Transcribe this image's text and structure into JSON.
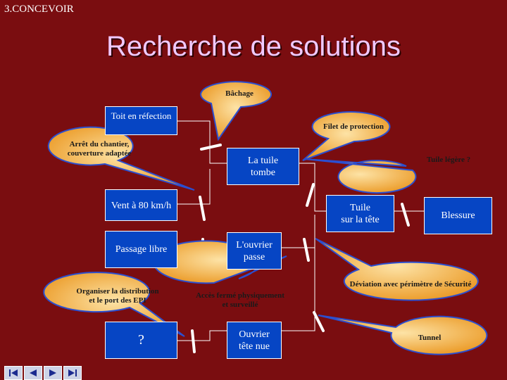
{
  "header": {
    "section": "3.CONCEVOIR",
    "title": "Recherche de solutions"
  },
  "diagram": {
    "boxes": {
      "toit": "Toit en réfection",
      "tuile_tombe": "La tuile\ntombe",
      "vent": "Vent à 80 km/h",
      "tuile_tete": "Tuile\nsur la tête",
      "blessure": "Blessure",
      "passage": "Passage libre",
      "ouvrier_passe": "L'ouvrier\npasse",
      "question": "?",
      "tete_nue": "Ouvrier\ntête nue"
    },
    "callouts": {
      "bachage": "Bâchage",
      "filet": "Filet de protection",
      "arret": "Arrêt du chantier,\ncouverture adaptée",
      "tuile_legere": "Tuile légère ?",
      "organiser": "Organiser la distribution\net le port des EPI",
      "acces": "Accès fermé physiquement\net surveillé",
      "deviation": "Déviation avec périmètre de Sécurité",
      "tunnel": "Tunnel"
    },
    "colors": {
      "box_fill": "#0645c4",
      "callout_fill": "#f2a531",
      "background": "#7a0d10"
    }
  },
  "nav": {
    "icons": [
      "first-icon",
      "previous-icon",
      "next-icon",
      "last-icon"
    ]
  }
}
